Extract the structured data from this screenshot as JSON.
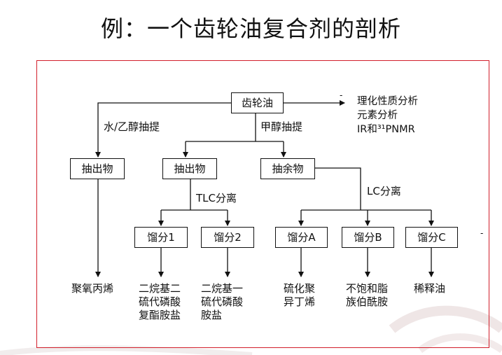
{
  "title": "例：一个齿轮油复合剂的剖析",
  "diagram": {
    "root": "齿轮油",
    "analysis": [
      "理化性质分析",
      "元素分析",
      "IR和³¹PNMR"
    ],
    "edge_labels": {
      "water_ethanol": "水/乙醇抽提",
      "methanol": "甲醇抽提",
      "tlc": "TLC分离",
      "lc": "LC分离"
    },
    "level2": {
      "extract_a": "抽出物",
      "extract_b": "抽出物",
      "residue": "抽余物"
    },
    "fractions": {
      "f1": "馏分1",
      "f2": "馏分2",
      "fa": "馏分A",
      "fb": "馏分B",
      "fc": "馏分C"
    },
    "products": {
      "p0": "聚氧丙烯",
      "p1": "二烷基二\n硫代磷酸\n复酯胺盐",
      "p2": "二烷基一\n硫代磷酸\n胺盐",
      "pa": "硫化聚\n异丁烯",
      "pb": "不饱和脂\n族伯酰胺",
      "pc": "稀释油"
    }
  },
  "colors": {
    "frame": "#d21f2b",
    "line": "#111111"
  }
}
